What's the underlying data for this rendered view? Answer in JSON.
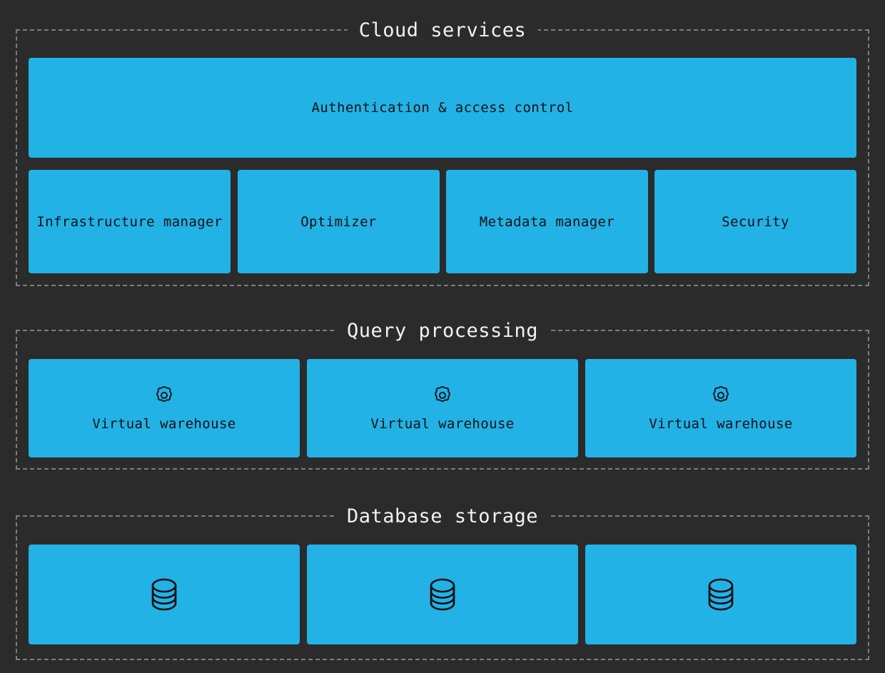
{
  "diagram": {
    "background_color": "#2b2b2b",
    "node_color": "#22b2e6",
    "frame_color": "#7d7d7d",
    "node_text_color": "#101010",
    "title_text_color": "#f2f2f2"
  },
  "sections": [
    {
      "id": "cloud-services",
      "title": "Cloud services",
      "rows": [
        {
          "id": "cloud-services-top-row",
          "nodes": [
            {
              "id": "authentication-access-control",
              "label": "Authentication & access control",
              "icon": null
            }
          ]
        },
        {
          "id": "cloud-services-bottom-row",
          "nodes": [
            {
              "id": "infrastructure-manager",
              "label": "Infrastructure manager",
              "icon": null
            },
            {
              "id": "optimizer",
              "label": "Optimizer",
              "icon": null
            },
            {
              "id": "metadata-manager",
              "label": "Metadata manager",
              "icon": null
            },
            {
              "id": "security",
              "label": "Security",
              "icon": null
            }
          ]
        }
      ]
    },
    {
      "id": "query-processing",
      "title": "Query processing",
      "rows": [
        {
          "id": "query-processing-row",
          "nodes": [
            {
              "id": "virtual-warehouse-1",
              "label": "Virtual warehouse",
              "icon": "gear-icon"
            },
            {
              "id": "virtual-warehouse-2",
              "label": "Virtual warehouse",
              "icon": "gear-icon"
            },
            {
              "id": "virtual-warehouse-3",
              "label": "Virtual warehouse",
              "icon": "gear-icon"
            }
          ]
        }
      ]
    },
    {
      "id": "database-storage",
      "title": "Database storage",
      "rows": [
        {
          "id": "database-storage-row",
          "nodes": [
            {
              "id": "database-1",
              "label": "",
              "icon": "database-icon"
            },
            {
              "id": "database-2",
              "label": "",
              "icon": "database-icon"
            },
            {
              "id": "database-3",
              "label": "",
              "icon": "database-icon"
            }
          ]
        }
      ]
    }
  ]
}
